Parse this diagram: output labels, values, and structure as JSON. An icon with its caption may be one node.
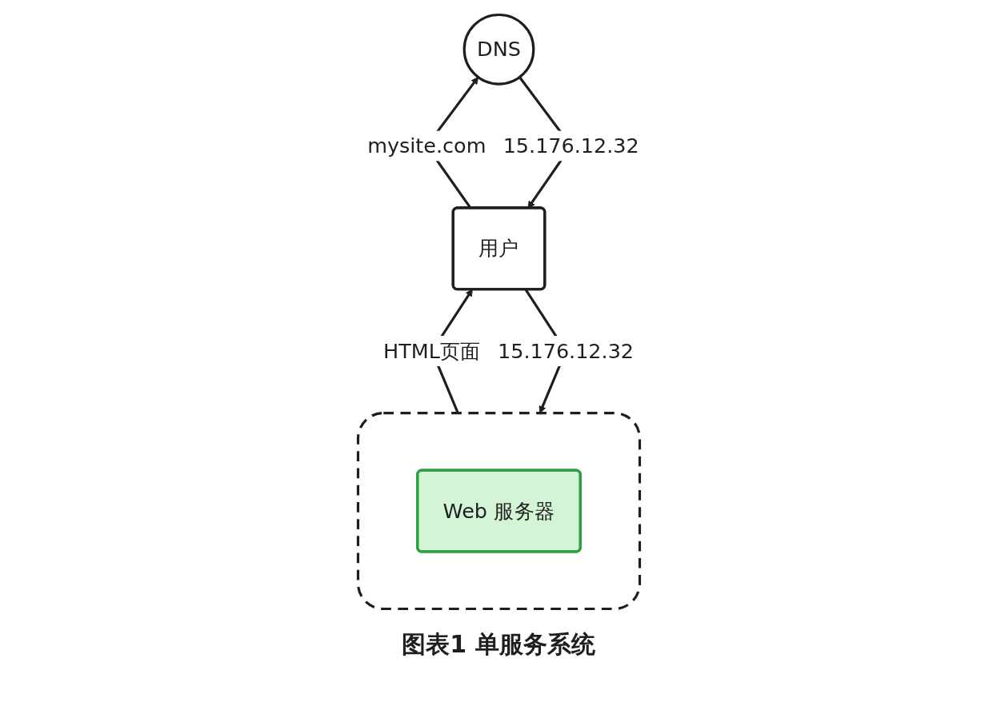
{
  "diagram": {
    "caption": "图表1 单服务系统",
    "nodes": [
      {
        "text": [
          "用户"
        ]
      },
      {
        "text": [
          "DNS"
        ]
      },
      {
        "text": [],
        "shape": "box"
      },
      {
        "text": [
          "Web 服务器"
        ],
        "in": 2
      }
    ],
    "edges": [
      {
        "from": 0,
        "to": 1,
        "arrow": "to",
        "label": "mysite.com"
      },
      {
        "from": 1,
        "to": 0,
        "arrow": "to",
        "label": "15.176.12.32"
      },
      {
        "from": 0,
        "to": 2,
        "arrow": "to",
        "label": "15.176.12.32"
      },
      {
        "from": 2,
        "to": 0,
        "arrow": "to",
        "label": "HTML页面"
      }
    ]
  }
}
